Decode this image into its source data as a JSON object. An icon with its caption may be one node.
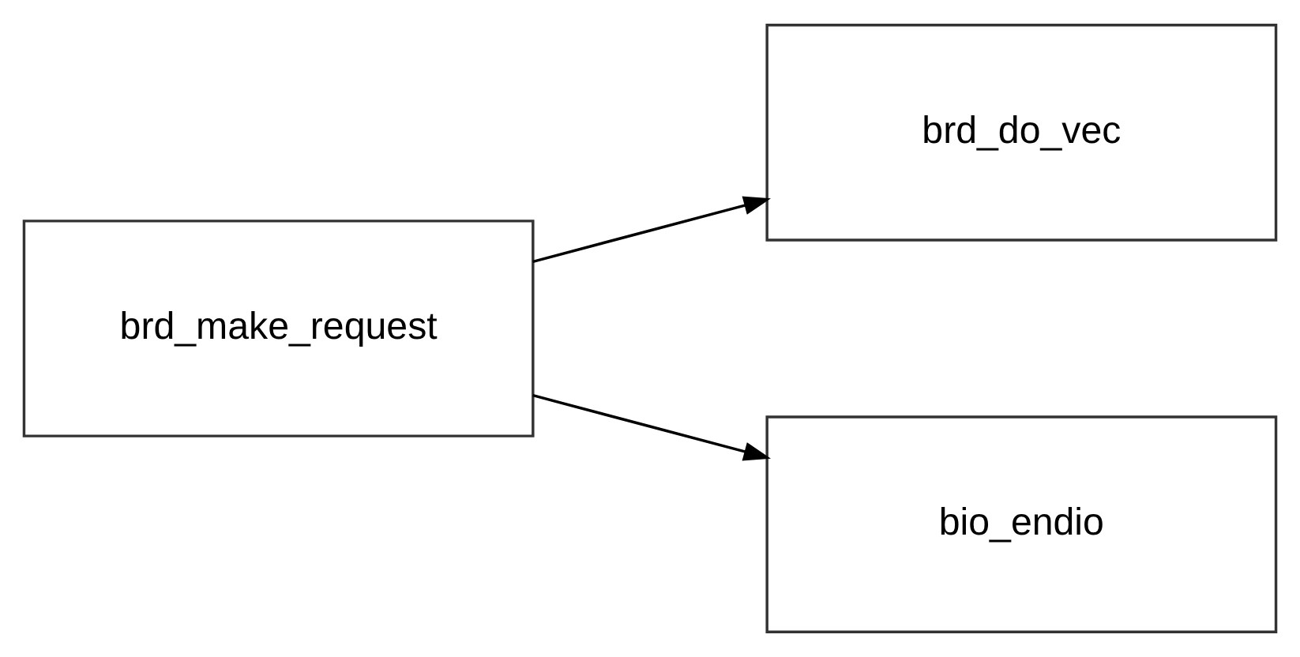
{
  "diagram": {
    "nodes": [
      {
        "text": [
          "brd_make_request"
        ]
      },
      {
        "text": [
          "brd_do_vec"
        ]
      },
      {
        "text": [
          "bio_endio"
        ]
      }
    ],
    "edges": [
      {
        "from": 0,
        "to": 1,
        "arrow": "to"
      },
      {
        "from": 0,
        "to": 2,
        "arrow": "to"
      }
    ]
  }
}
